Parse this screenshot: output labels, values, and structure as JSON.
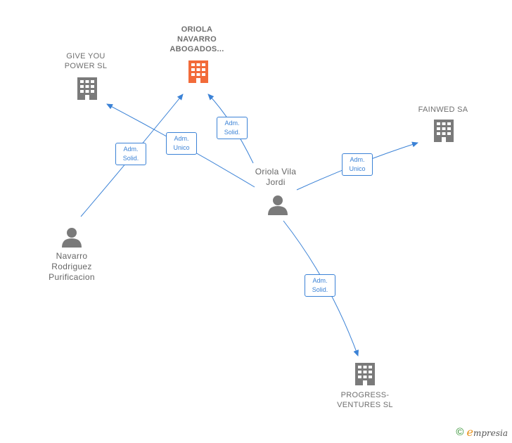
{
  "colors": {
    "edge": "#3b82d6",
    "company": "#7a7a7a",
    "company_focus": "#f26b3a",
    "person": "#7a7a7a",
    "text": "#6f6f6f"
  },
  "nodes": {
    "oriola_navarro": {
      "label_lines": [
        "ORIOLA",
        "NAVARRO",
        "ABOGADOS..."
      ],
      "type": "company",
      "focus": true
    },
    "give_you_power": {
      "label_lines": [
        "GIVE YOU",
        "POWER  SL"
      ],
      "type": "company"
    },
    "fainwed": {
      "label_lines": [
        "FAINWED SA"
      ],
      "type": "company"
    },
    "progress_ventures": {
      "label_lines": [
        "PROGRESS-",
        "VENTURES  SL"
      ],
      "type": "company"
    },
    "oriola_vila": {
      "label_lines": [
        "Oriola Vila",
        "Jordi"
      ],
      "type": "person"
    },
    "navarro_rodriguez": {
      "label_lines": [
        "Navarro",
        "Rodriguez",
        "Purificacion"
      ],
      "type": "person"
    }
  },
  "edges": [
    {
      "id": "e1",
      "from": "oriola_vila",
      "to": "give_you_power",
      "label_lines": [
        "Adm.",
        "Unico"
      ]
    },
    {
      "id": "e2",
      "from": "oriola_vila",
      "to": "oriola_navarro",
      "label_lines": [
        "Adm.",
        "Solid."
      ]
    },
    {
      "id": "e3",
      "from": "navarro_rodriguez",
      "to": "oriola_navarro",
      "label_lines": [
        "Adm.",
        "Solid."
      ]
    },
    {
      "id": "e4",
      "from": "oriola_vila",
      "to": "fainwed",
      "label_lines": [
        "Adm.",
        "Unico"
      ]
    },
    {
      "id": "e5",
      "from": "oriola_vila",
      "to": "progress_ventures",
      "label_lines": [
        "Adm.",
        "Solid."
      ]
    }
  ],
  "footer": {
    "copyright_symbol": "©",
    "brand_initial": "e",
    "brand_rest": "mpresia"
  }
}
